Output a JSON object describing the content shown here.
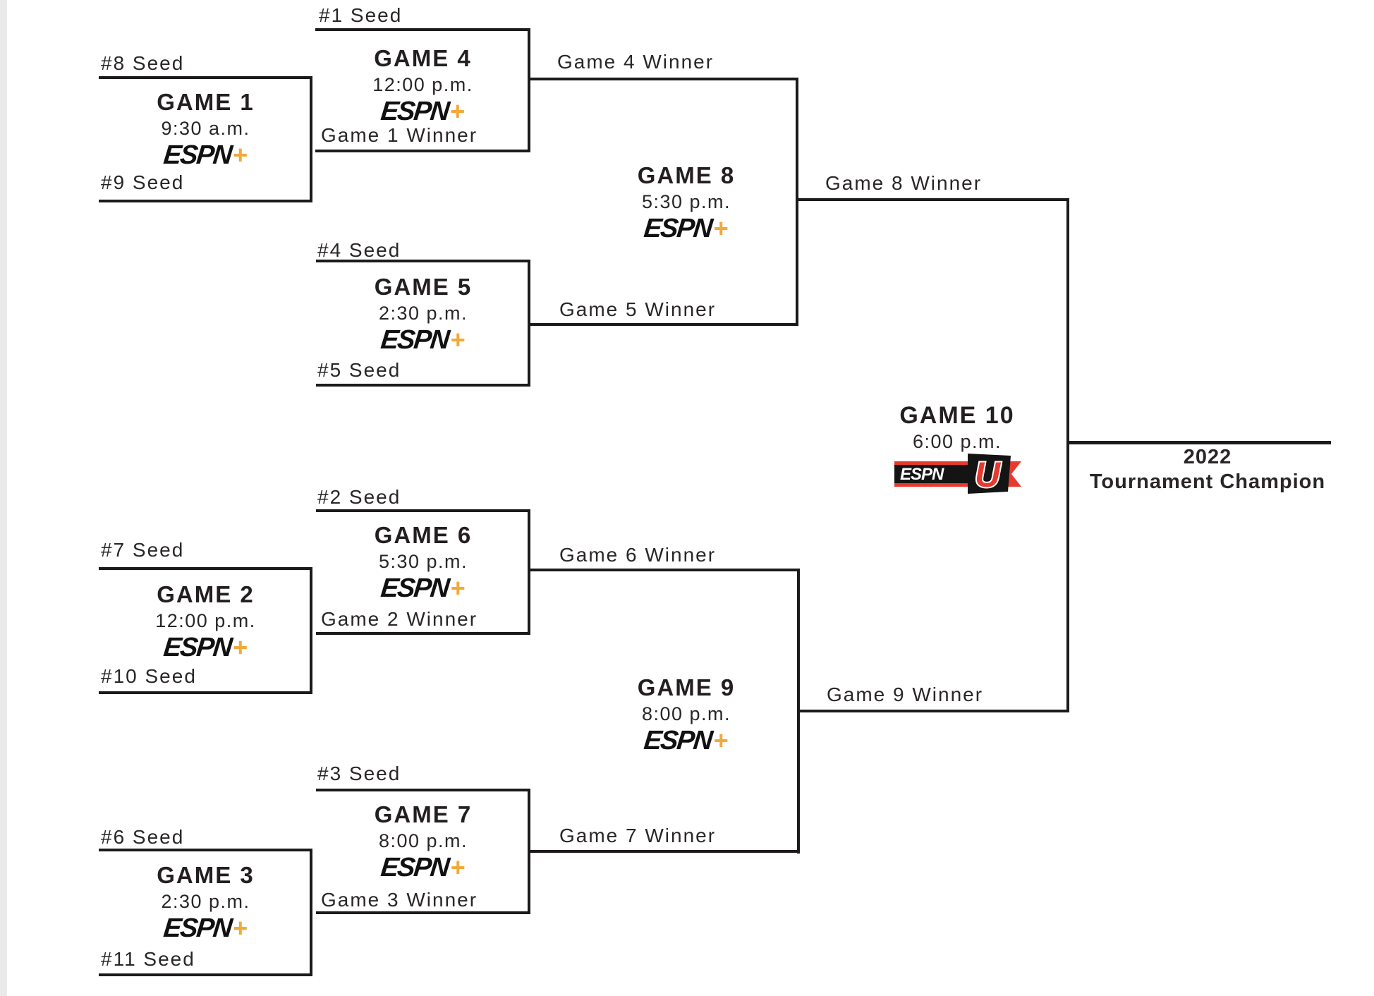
{
  "colors": {
    "line": "#1d1a1b",
    "text": "#2a2627",
    "espn_plus_gold": "#F2A93B",
    "espn_red": "#E8392E",
    "left_edge_strip": "#EAEAEA"
  },
  "logos": {
    "espn_wordmark": "ESPN",
    "plus": "+",
    "u": "U"
  },
  "champion": {
    "year": "2022",
    "title": "Tournament Champion"
  },
  "games": {
    "g1": {
      "title": "GAME 1",
      "time": "9:30 a.m.",
      "network": "ESPN+",
      "top": "#8 Seed",
      "bottom": "#9 Seed"
    },
    "g2": {
      "title": "GAME 2",
      "time": "12:00 p.m.",
      "network": "ESPN+",
      "top": "#7 Seed",
      "bottom": "#10 Seed"
    },
    "g3": {
      "title": "GAME 3",
      "time": "2:30 p.m.",
      "network": "ESPN+",
      "top": "#6 Seed",
      "bottom": "#11 Seed"
    },
    "g4": {
      "title": "GAME 4",
      "time": "12:00 p.m.",
      "network": "ESPN+",
      "top": "#1 Seed",
      "bottom": "Game 1 Winner"
    },
    "g5": {
      "title": "GAME 5",
      "time": "2:30 p.m.",
      "network": "ESPN+",
      "top": "#4 Seed",
      "bottom": "#5 Seed"
    },
    "g6": {
      "title": "GAME 6",
      "time": "5:30 p.m.",
      "network": "ESPN+",
      "top": "#2 Seed",
      "bottom": "Game 2 Winner"
    },
    "g7": {
      "title": "GAME 7",
      "time": "8:00 p.m.",
      "network": "ESPN+",
      "top": "#3 Seed",
      "bottom": "Game 3 Winner"
    },
    "g8": {
      "title": "GAME 8",
      "time": "5:30 p.m.",
      "network": "ESPN+",
      "top": "Game 4 Winner",
      "bottom": "Game 5 Winner"
    },
    "g9": {
      "title": "GAME 9",
      "time": "8:00 p.m.",
      "network": "ESPN+",
      "top": "Game 6 Winner",
      "bottom": "Game 7 Winner"
    },
    "g10": {
      "title": "GAME 10",
      "time": "6:00 p.m.",
      "network": "ESPNU",
      "top": "Game 8 Winner",
      "bottom": "Game 9 Winner"
    }
  }
}
